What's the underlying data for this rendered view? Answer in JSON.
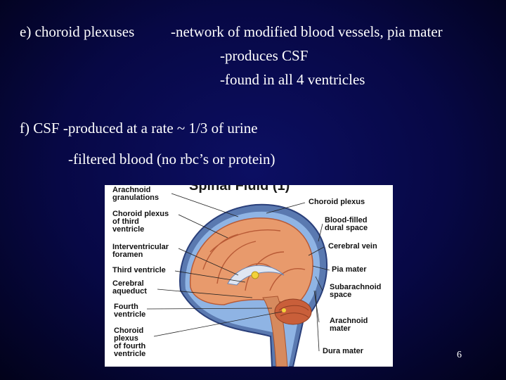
{
  "items": [
    {
      "id": "e",
      "term": "e) choroid plexuses",
      "lines": [
        "-network of modified blood vessels, pia mater",
        "-produces CSF",
        "-found in all 4 ventricles"
      ]
    },
    {
      "id": "f",
      "text": "f) CSF -produced at a rate ~ 1/3 of urine",
      "sub": "-filtered blood (no rbc’s or protein)"
    }
  ],
  "figure": {
    "title_fragment": "Spinal Fluid (1)",
    "left_labels": [
      "Arachnoid\ngranulations",
      "Choroid plexus\nof third\nventricle",
      "Interventricular\nforamen",
      "Third ventricle",
      "Cerebral\naqueduct",
      "Fourth\nventricle",
      "Choroid\nplexus\nof fourth\nventricle"
    ],
    "right_labels": [
      "Choroid plexus",
      "Blood-filled\ndural space",
      "Cerebral vein",
      "Pia mater",
      "Subarachnoid\nspace",
      "Arachnoid\nmater",
      "Dura mater"
    ]
  },
  "page_number": "6"
}
